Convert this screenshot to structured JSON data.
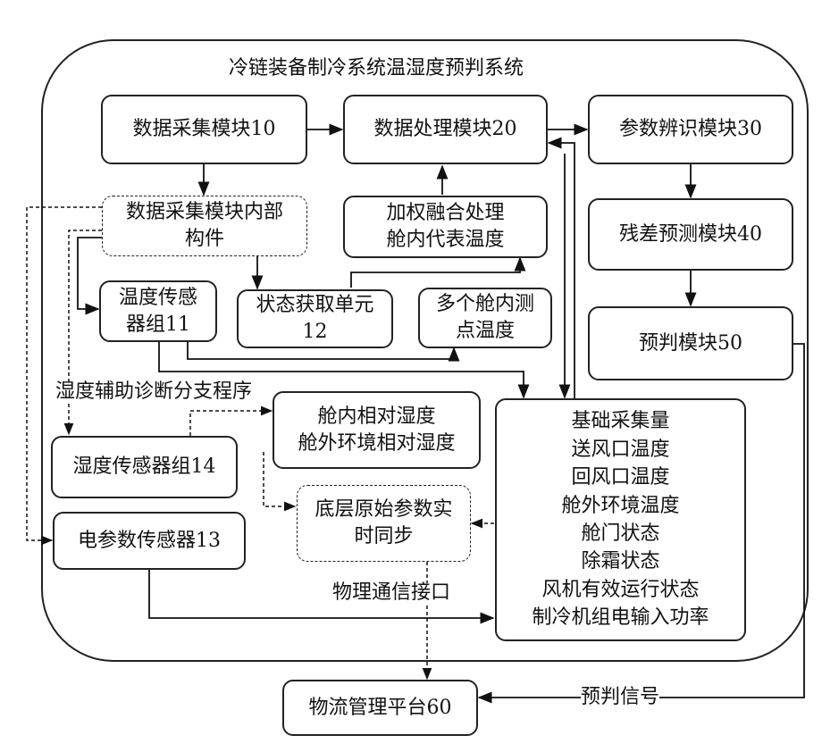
{
  "system": {
    "title": "冷链装备制冷系统温湿度预判系统"
  },
  "modules": {
    "data_collection": "数据采集模块10",
    "data_processing": "数据处理模块20",
    "param_identification": "参数辨识模块30",
    "residual_prediction": "残差预测模块40",
    "prediction": "预判模块50",
    "logistics_platform": "物流管理平台60"
  },
  "internal": {
    "components": [
      "数据采集模块内部",
      "构件"
    ],
    "temp_sensors": [
      "温度传感",
      "器组11"
    ],
    "state_unit": [
      "状态获取单元",
      "12"
    ],
    "humidity_sensors": "湿度传感器组14",
    "power_sensor": "电参数传感器13"
  },
  "processing": {
    "weighted_fusion": [
      "加权融合处理",
      "舱内代表温度"
    ],
    "multi_points": [
      "多个舱内测",
      "点温度"
    ],
    "humidity_values": [
      "舱内相对湿度",
      "舱外环境相对湿度"
    ],
    "raw_sync": [
      "底层原始参数实",
      "时同步"
    ]
  },
  "base_quantities": [
    "基础采集量",
    "送风口温度",
    "回风口温度",
    "舱外环境温度",
    "舱门状态",
    "除霜状态",
    "风机有效运行状态",
    "制冷机组电输入功率"
  ],
  "labels": {
    "humidity_branch": "湿度辅助诊断分支程序",
    "comm_interface": "物理通信接口",
    "prediction_signal": "预判信号"
  }
}
